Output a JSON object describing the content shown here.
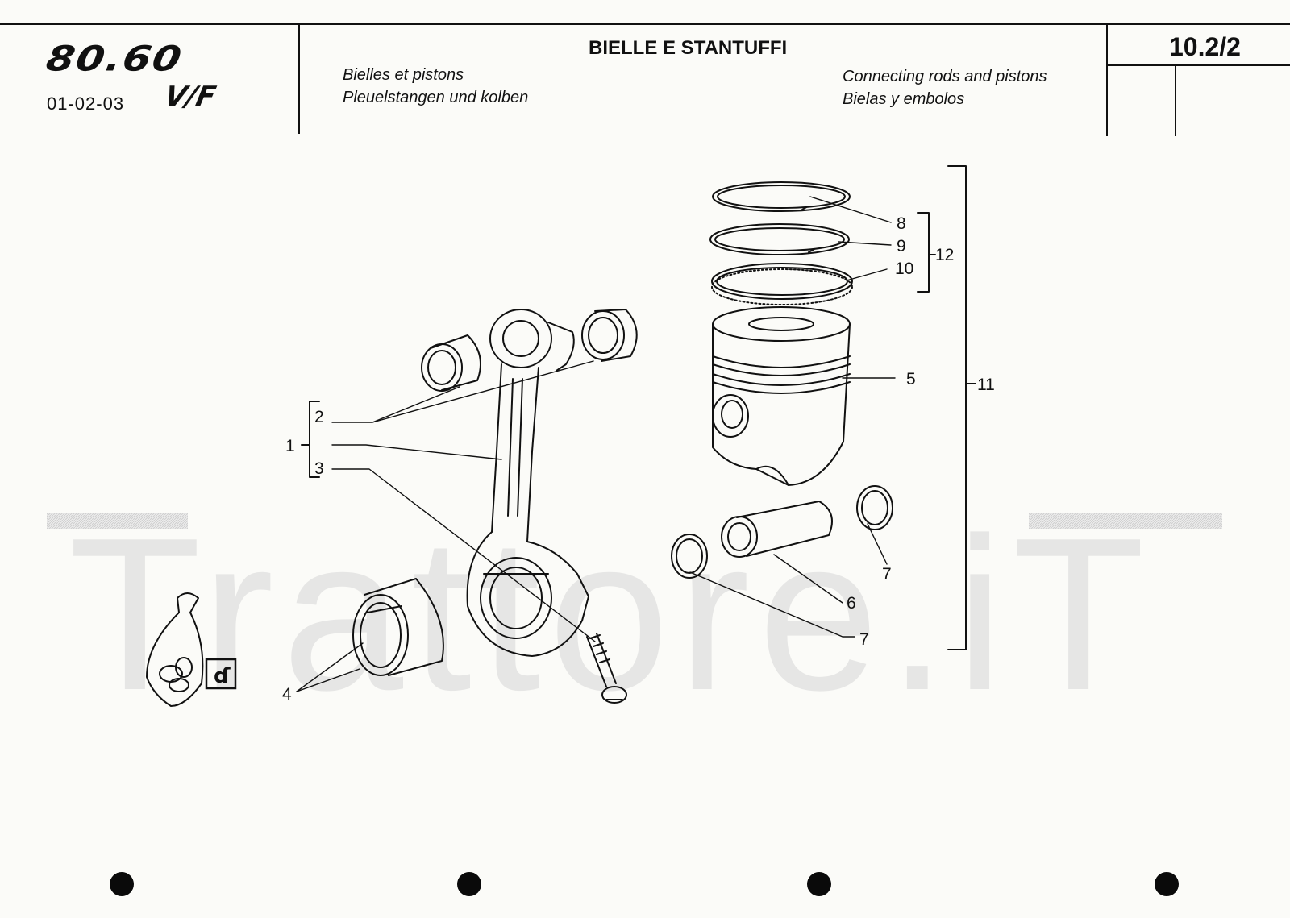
{
  "header": {
    "model_logo": "80.60",
    "model_variant": "V/F",
    "model_codes": "01-02-03",
    "title": "BIELLE E STANTUFFI",
    "page_number": "10.2/2",
    "subtitle_fr": "Bielles et pistons",
    "subtitle_de": "Pleuelstangen und kolben",
    "subtitle_en": "Connecting rods and pistons",
    "subtitle_es": "Bielas y embolos"
  },
  "callouts": {
    "c1": "1",
    "c2": "2",
    "c3": "3",
    "c4": "4",
    "c5": "5",
    "c6": "6",
    "c7a": "7",
    "c7b": "7",
    "c8": "8",
    "c9": "9",
    "c10": "10",
    "c11": "11",
    "c12": "12"
  },
  "watermark": "Trattore.iT",
  "icons": [
    "bag-of-parts-icon",
    "kit-symbol-icon",
    "binding-hole-icon"
  ]
}
